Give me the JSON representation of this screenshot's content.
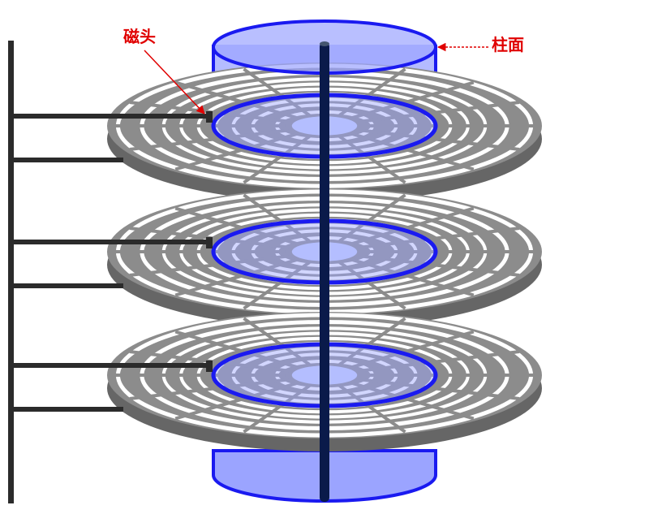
{
  "labels": {
    "head": "磁头",
    "cylinder": "柱面"
  },
  "colors": {
    "platter": "#8c8c8c",
    "platter_dark": "#666666",
    "cylinder_fill": "#9ba4ff",
    "cylinder_stroke": "#1a1af0",
    "spindle": "#0a1a4a",
    "arm": "#2b2b2b",
    "label": "#e00000"
  },
  "platters": [
    {
      "id": "top",
      "has_cylinder_top": true
    },
    {
      "id": "middle",
      "has_cylinder_top": false
    },
    {
      "id": "bottom",
      "has_cylinder_top": false
    }
  ]
}
